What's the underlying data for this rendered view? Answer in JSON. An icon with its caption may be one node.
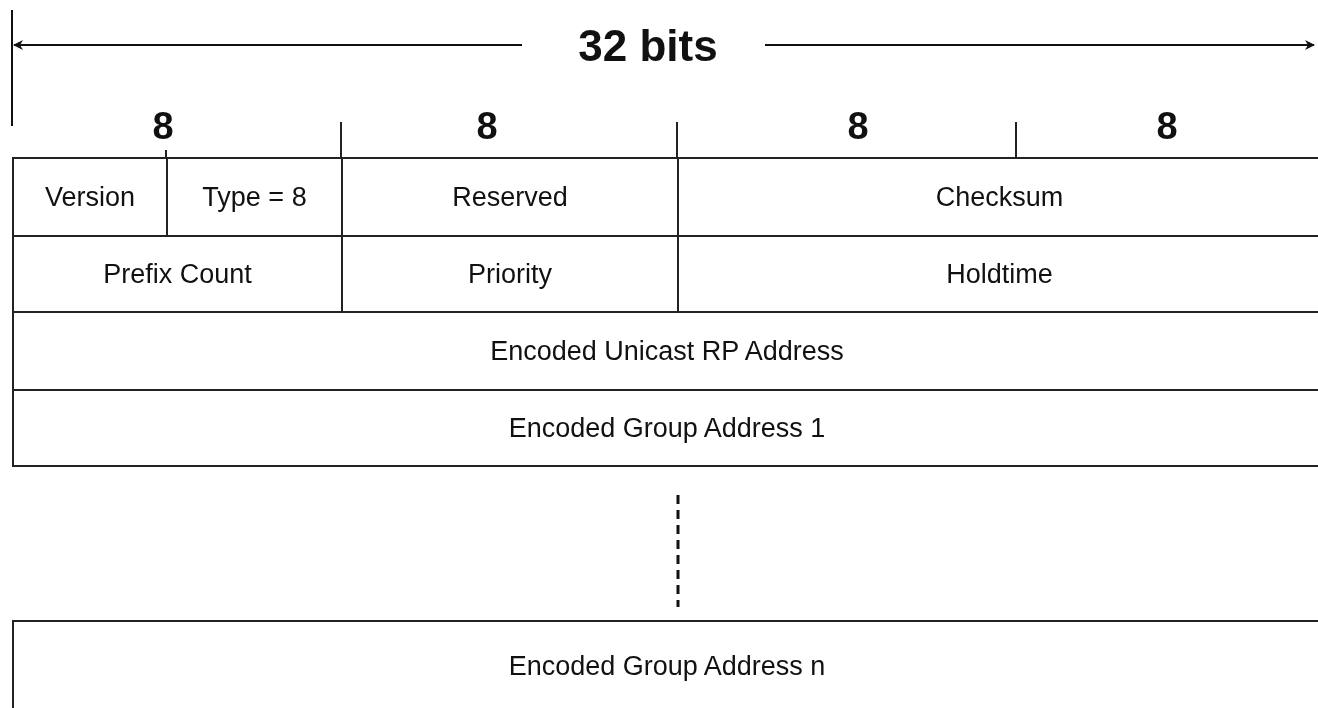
{
  "diagram": {
    "nodes": [
      {
        "text": [
          "Version"
        ]
      },
      {
        "text": [
          "Type = 8"
        ]
      },
      {
        "text": [
          "Reserved"
        ]
      },
      {
        "text": [
          "Checksum"
        ]
      },
      {
        "text": [
          "Prefix Count"
        ]
      },
      {
        "text": [
          "Priority"
        ]
      },
      {
        "text": [
          "Holdtime"
        ]
      },
      {
        "text": [
          "Encoded Unicast RP Address"
        ]
      },
      {
        "text": [
          "Encoded Group Address 1"
        ]
      },
      {
        "text": [
          "Encoded Group Address n"
        ]
      }
    ],
    "edges": [],
    "labels": [
      "32 bits",
      "8",
      "8",
      "8",
      "8"
    ]
  }
}
